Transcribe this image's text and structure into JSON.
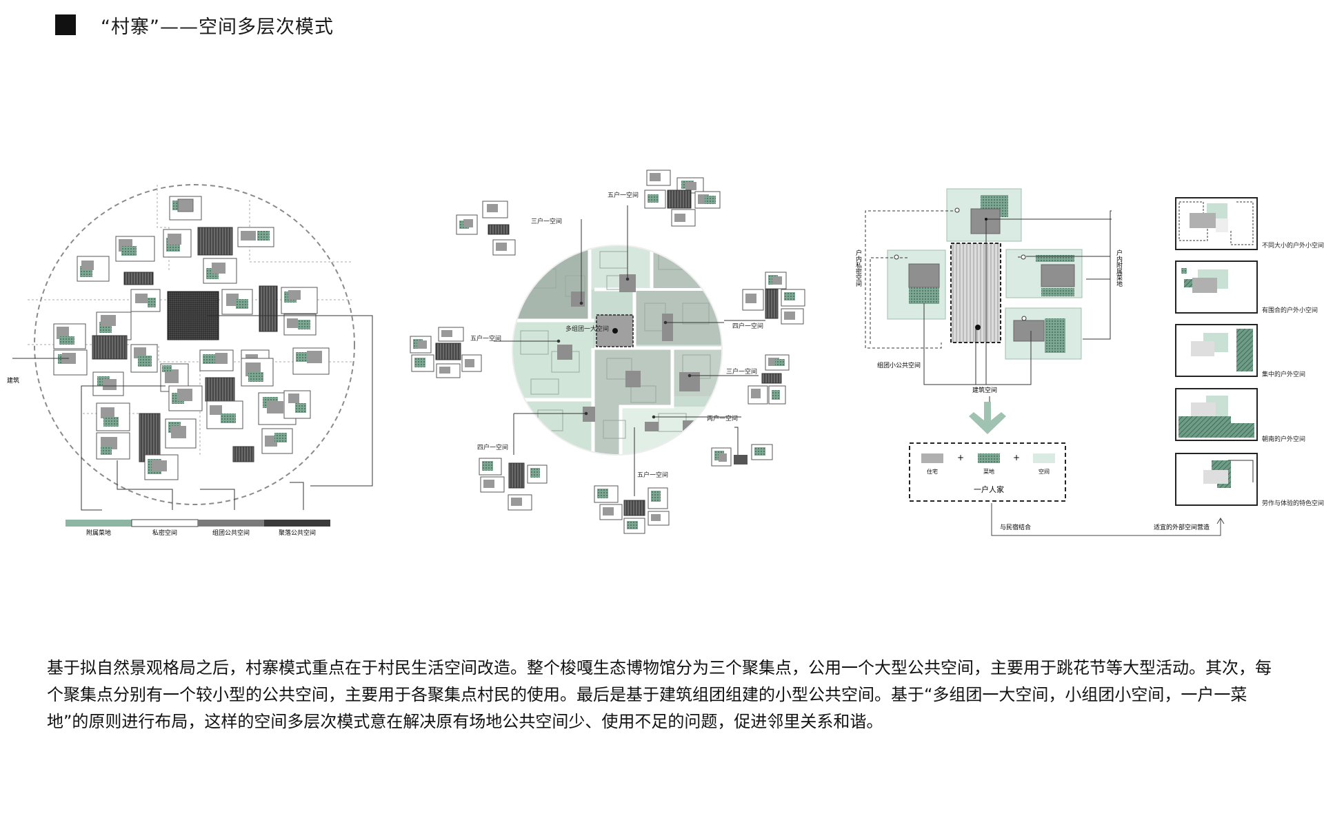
{
  "header": {
    "title": "“村寨”——空间多层次模式"
  },
  "diagram1": {
    "side_label": "建筑",
    "legend": [
      "附属菜地",
      "私密空间",
      "组团公共空间",
      "聚落公共空间"
    ]
  },
  "diagram2": {
    "labels": {
      "five_top": "五户一空间",
      "three_top": "三户一空间",
      "five_left": "五户一空间",
      "center": "多组团一大空间",
      "four_right": "四户一空间",
      "three_right": "三户一空间",
      "two_right": "两户一空间",
      "four_bottom": "四户一空间",
      "five_bottom": "五户一空间"
    }
  },
  "diagram3": {
    "left_vertical": "户内私密空间",
    "right_vertical": "户内附属菜地",
    "group_public": "组团小公共空间",
    "building_space": "建筑空间",
    "legend_house": "住宅",
    "legend_garden": "菜地",
    "legend_space": "空间",
    "plus": "+",
    "household": "一户人家",
    "combine": "与民宿结合",
    "outdoor": "适宜的外部空间营造"
  },
  "diagram4": {
    "items": [
      "不同大小的户外小空间",
      "有围合的户外小空间",
      "集中的户外空间",
      "朝南的户外空间",
      "劳作与体验的特色空间"
    ]
  },
  "body": {
    "paragraph": "基于拟自然景观格局之后，村寨模式重点在于村民生活空间改造。整个梭嘎生态博物馆分为三个聚集点，公用一个大型公共空间，主要用于跳花节等大型活动。其次，每个聚集点分别有一个较小型的公共空间，主要用于各聚集点村民的使用。最后是基于建筑组团组建的小型公共空间。基于“多组团一大空间，小组团小空间，一户一菜地”的原则进行布局，这样的空间多层次模式意在解决原有场地公共空间少、使用不足的问题，促进邻里关系和谐。"
  },
  "colors": {
    "garden": "#8db5a3",
    "garden_light": "#d9ebe2",
    "house": "#a8a8a8",
    "dark": "#555555",
    "hatch": "#3d3d3d"
  }
}
